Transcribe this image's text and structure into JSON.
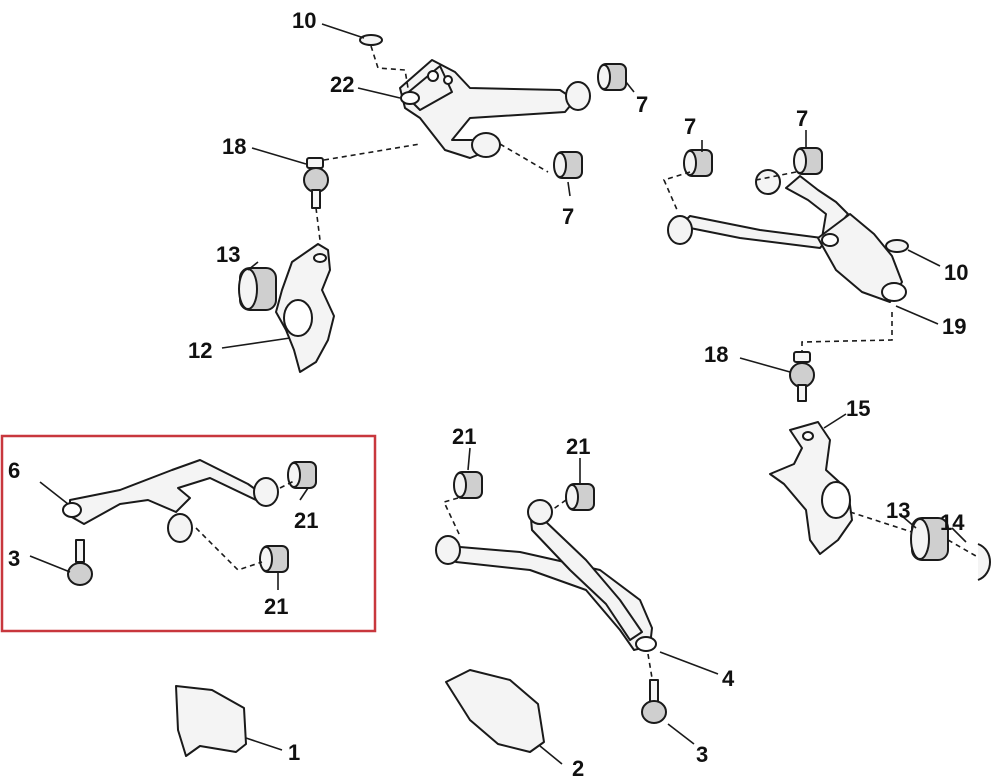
{
  "diagram": {
    "highlight_color": "#c8373d",
    "callouts": {
      "c10_top": "10",
      "c22": "22",
      "c7_upper_right": "7",
      "c18_upper": "18",
      "c7_upper_mid": "7",
      "c7_right_a": "7",
      "c7_right_b": "7",
      "c13_left": "13",
      "c12": "12",
      "c10_right": "10",
      "c19": "19",
      "c18_right": "18",
      "c15": "15",
      "c6": "6",
      "c21_box_top": "21",
      "c3_box": "3",
      "c21_box_bottom": "21",
      "c21_center_left": "21",
      "c21_center_right": "21",
      "c4": "4",
      "c3_bottom": "3",
      "c13_right": "13",
      "c14": "14",
      "c1": "1",
      "c2": "2"
    }
  }
}
